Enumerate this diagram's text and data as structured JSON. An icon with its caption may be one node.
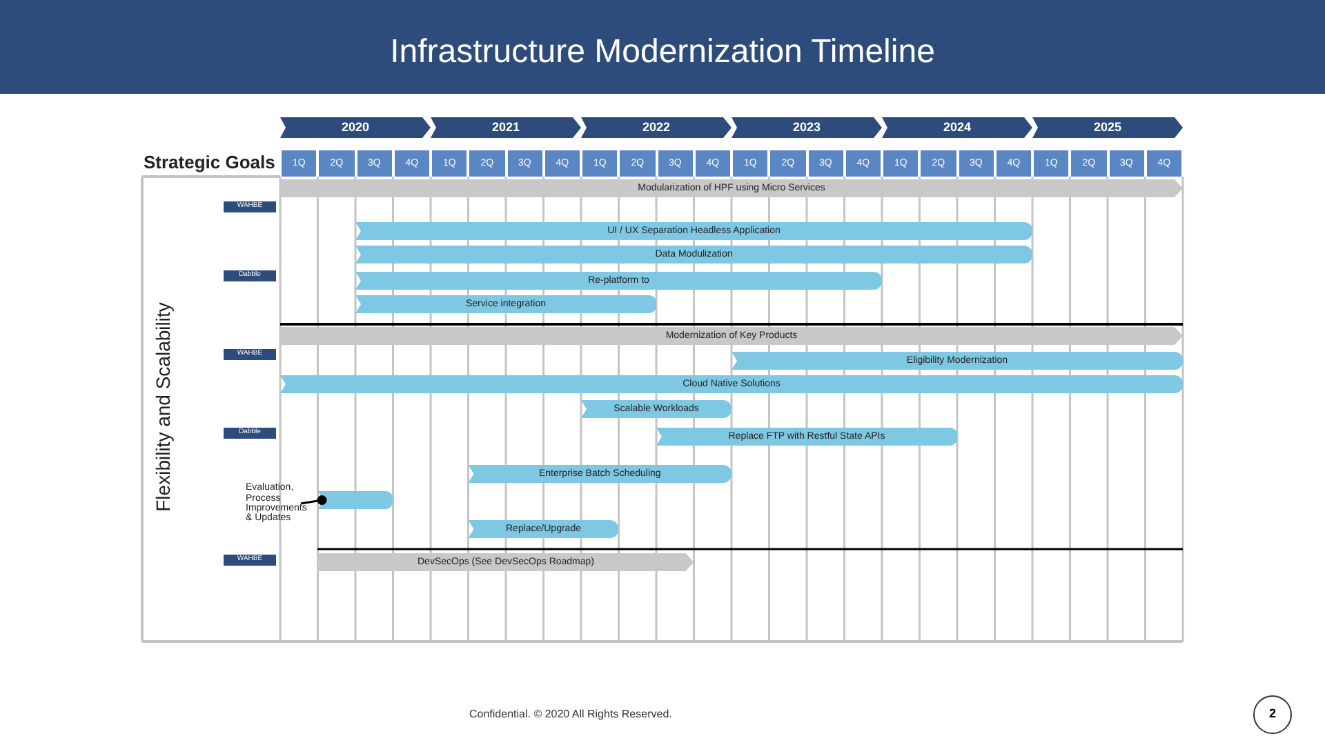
{
  "diagram": {
    "title": "Infrastructure Modernization Timeline",
    "nodes": [
      {
        "text": [
          "2020"
        ]
      },
      {
        "text": [
          "2021"
        ]
      },
      {
        "text": [
          "2022"
        ]
      },
      {
        "text": [
          "2023"
        ]
      },
      {
        "text": [
          "2024"
        ]
      },
      {
        "text": [
          "2025"
        ]
      },
      {
        "text": [
          "1Q"
        ]
      },
      {
        "text": [
          "2Q"
        ]
      },
      {
        "text": [
          "3Q"
        ]
      },
      {
        "text": [
          "4Q"
        ]
      },
      {
        "text": [
          "1Q"
        ]
      },
      {
        "text": [
          "2Q"
        ]
      },
      {
        "text": [
          "3Q"
        ]
      },
      {
        "text": [
          "4Q"
        ]
      },
      {
        "text": [
          "1Q"
        ]
      },
      {
        "text": [
          "2Q"
        ]
      },
      {
        "text": [
          "3Q"
        ]
      },
      {
        "text": [
          "4Q"
        ]
      },
      {
        "text": [
          "1Q"
        ]
      },
      {
        "text": [
          "2Q"
        ]
      },
      {
        "text": [
          "3Q"
        ]
      },
      {
        "text": [
          "4Q"
        ]
      },
      {
        "text": [
          "1Q"
        ]
      },
      {
        "text": [
          "2Q"
        ]
      },
      {
        "text": [
          "3Q"
        ]
      },
      {
        "text": [
          "4Q"
        ]
      },
      {
        "text": [
          "1Q"
        ]
      },
      {
        "text": [
          "2Q"
        ]
      },
      {
        "text": [
          "3Q"
        ]
      },
      {
        "text": [
          "4Q"
        ]
      },
      {
        "text": [
          "Modularization of HPF using Micro Services"
        ]
      },
      {
        "text": [
          "WAHBE"
        ]
      },
      {
        "text": [
          "UI / UX Separation Headless Application"
        ]
      },
      {
        "text": [
          "Data Modulization"
        ]
      },
      {
        "text": [
          "Dabble"
        ]
      },
      {
        "text": [
          "Re-platform to"
        ]
      },
      {
        "text": [
          "Service integration"
        ]
      },
      {
        "text": [
          "Modernization of Key Products"
        ]
      },
      {
        "text": [
          "WAHBE"
        ]
      },
      {
        "text": [
          "Eligibility Modernization"
        ]
      },
      {
        "text": [
          "Cloud Native Solutions"
        ]
      },
      {
        "text": [
          "Scalable Workloads"
        ]
      },
      {
        "text": [
          "Dabble"
        ]
      },
      {
        "text": [
          "Replace FTP with Restful State APIs"
        ]
      },
      {
        "text": [
          "Enterprise Batch Scheduling"
        ]
      },
      {
        "text": [
          "Evaluation, Process Improvements & Updates"
        ]
      },
      {
        "text": [],
        "shape": "bar"
      },
      {
        "text": [
          "Replace/Upgrade"
        ]
      },
      {
        "text": [
          "WAHBE"
        ]
      },
      {
        "text": [
          "DevSecOps (See DevSecOps Roadmap)"
        ]
      },
      {
        "text": [
          "2"
        ]
      }
    ],
    "edges": [
      {
        "from": 45,
        "to": 46,
        "arrow": "other"
      }
    ],
    "labels": [
      "Strategic Goals",
      "Flexibility and Scalability",
      "Confidential. © 2020 All Rights Reserved."
    ]
  }
}
